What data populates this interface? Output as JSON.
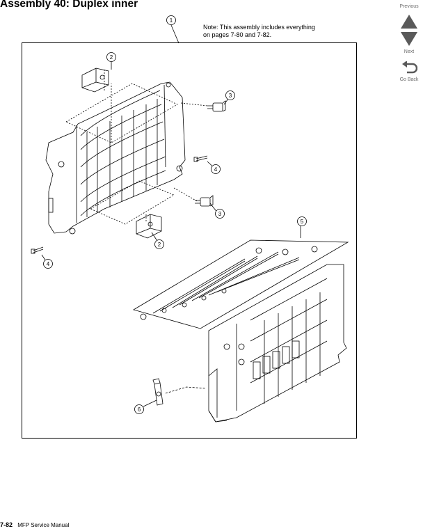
{
  "header": {
    "title": "Assembly 40:  Duplex inner"
  },
  "nav": {
    "previous_label": "Previous",
    "next_label": "Next",
    "goback_label": "Go Back"
  },
  "note": {
    "line1": "Note: This assembly includes everything",
    "line2": "on pages 7-80 and 7-82."
  },
  "callouts": [
    "1",
    "2",
    "3",
    "4",
    "3",
    "2",
    "4",
    "5",
    "6"
  ],
  "footer": {
    "page_number": "7-82",
    "manual_title": "MFP Service Manual"
  },
  "colors": {
    "nav_arrow": "#5a5a5a",
    "frame": "#000000"
  }
}
